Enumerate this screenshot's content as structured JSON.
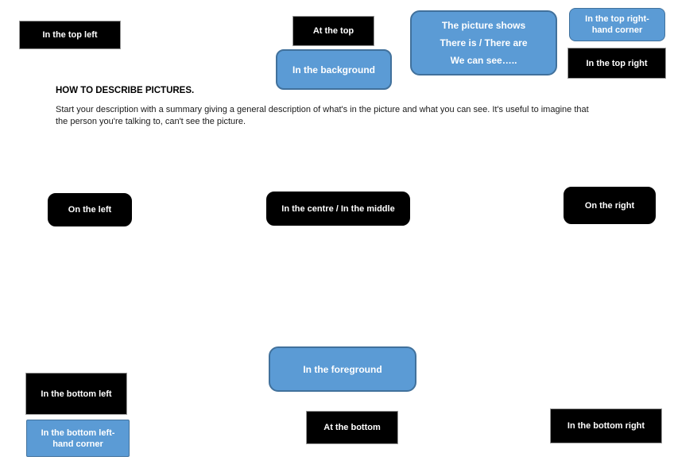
{
  "document": {
    "heading": "HOW TO DESCRIBE PICTURES.",
    "intro": "Start your description with a summary giving a general description of what's in the picture and what you can see. It's useful to imagine that the person you're talking to, can't see the picture."
  },
  "colors": {
    "box_black": "#000000",
    "box_blue": "#5b9bd5",
    "box_blue_border": "#41719c",
    "box_text": "#ffffff",
    "black_rect_border": "#999999",
    "page_background": "#ffffff"
  },
  "boxes": {
    "top_left": "In the top left",
    "at_top": "At the top",
    "background": "In the background",
    "summary_phrases": {
      "line1": "The picture shows",
      "line2": "There is / There are",
      "line3": "We can see….."
    },
    "top_right_corner": {
      "line1": "In the top right-",
      "line2": "hand corner"
    },
    "top_right": "In the top right",
    "on_left": "On the left",
    "centre": "In the centre / In the middle",
    "on_right": "On the right",
    "foreground": "In the foreground",
    "bottom_left": "In the bottom left",
    "bottom_left_corner": {
      "line1": "In the bottom left-",
      "line2": "hand corner"
    },
    "at_bottom": "At the bottom",
    "bottom_right": "In the bottom right"
  }
}
